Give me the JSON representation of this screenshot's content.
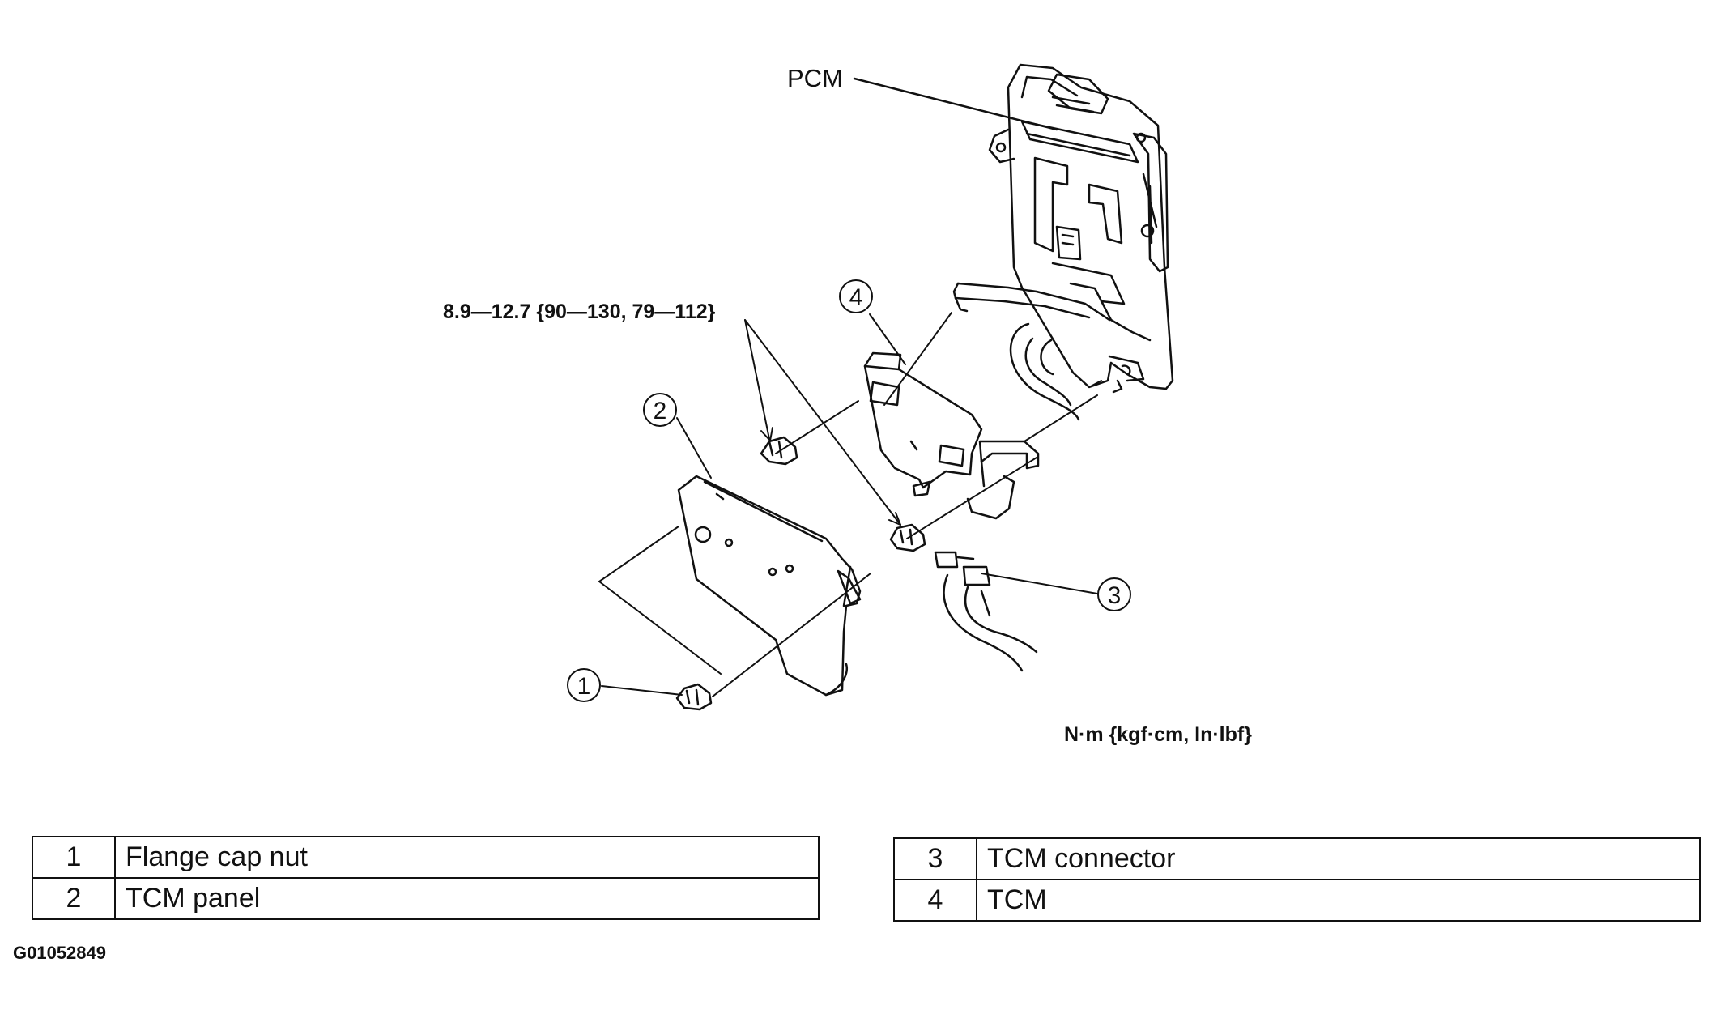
{
  "diagram": {
    "pcm_label": "PCM",
    "torque_spec": "8.9—12.7 {90—130, 79—112}",
    "torque_units": "N·m {kgf·cm, In·lbf}",
    "callouts": [
      "1",
      "2",
      "3",
      "4"
    ]
  },
  "legend": {
    "left": [
      {
        "num": "1",
        "desc": "Flange cap nut"
      },
      {
        "num": "2",
        "desc": "TCM panel"
      }
    ],
    "right": [
      {
        "num": "3",
        "desc": "TCM connector"
      },
      {
        "num": "4",
        "desc": "TCM"
      }
    ]
  },
  "figure_id": "G01052849"
}
